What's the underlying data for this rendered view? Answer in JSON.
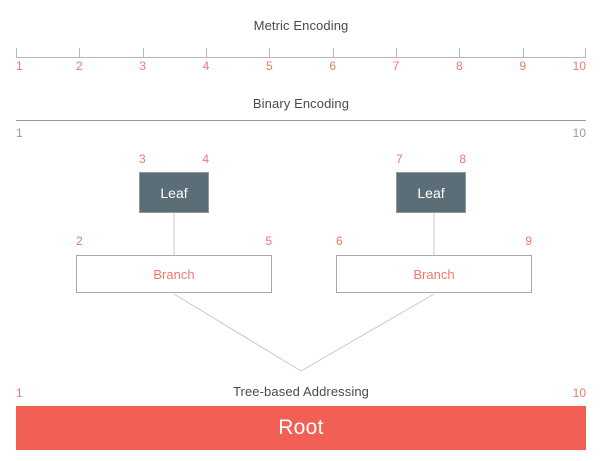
{
  "diagram": {
    "title_metric": "Metric Encoding",
    "title_binary": "Binary Encoding",
    "title_tree": "Tree-based Addressing"
  },
  "metric_axis": {
    "tick_labels": [
      "1",
      "2",
      "3",
      "4",
      "5",
      "6",
      "7",
      "8",
      "9",
      "10"
    ],
    "range": [
      1,
      10
    ],
    "tick_color": "#f4776c",
    "line_color": "#b8b8b8"
  },
  "binary_axis": {
    "label_left": "1",
    "label_right": "10",
    "label_color": "#9b9b9b",
    "line_color": "#9a9a9a"
  },
  "nodes": {
    "leaf_left": {
      "label": "Leaf",
      "num_left": "3",
      "num_right": "4",
      "fill": "#5b6e78",
      "text_color": "#ffffff"
    },
    "leaf_right": {
      "label": "Leaf",
      "num_left": "7",
      "num_right": "8",
      "fill": "#5b6e78",
      "text_color": "#ffffff"
    },
    "branch_left": {
      "label": "Branch",
      "num_left": "2",
      "num_right": "5",
      "fill": "#ffffff",
      "border": "#a9a9a9",
      "text_color": "#f4776c"
    },
    "branch_right": {
      "label": "Branch",
      "num_left": "6",
      "num_right": "9",
      "fill": "#ffffff",
      "border": "#a9a9a9",
      "text_color": "#f4776c"
    },
    "root": {
      "label": "Root",
      "num_left": "1",
      "num_right": "10",
      "fill": "#f15f55",
      "text_color": "#ffffff"
    }
  },
  "connectors": {
    "color": "#c9c9c9"
  }
}
